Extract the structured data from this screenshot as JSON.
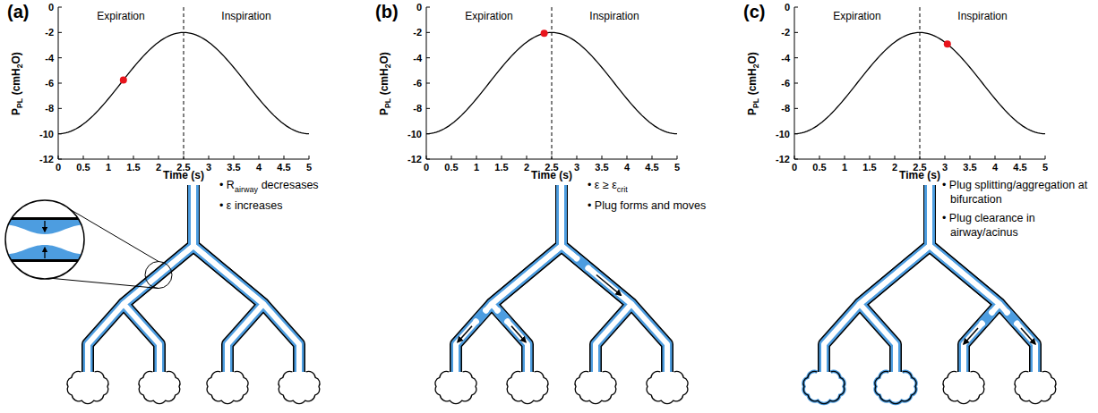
{
  "diagram": {
    "labels": [
      "(a)",
      "Expiration",
      "Inspiration",
      "0",
      "-2",
      "-4",
      "-6",
      "-8",
      "-10",
      "-12",
      "0",
      "0.5",
      "1",
      "1.5",
      "2",
      "2.5",
      "3",
      "3.5",
      "4",
      "4.5",
      "5",
      "Time (s)",
      "P",
      "PL",
      "(cmH",
      "2",
      "O)",
      "• R",
      "airway",
      "decresases",
      "• ε increases",
      "(b)",
      "Expiration",
      "Inspiration",
      "0",
      "-2",
      "-4",
      "-6",
      "-8",
      "-10",
      "-12",
      "0",
      "0.5",
      "1",
      "1.5",
      "2",
      "2.5",
      "3",
      "3.5",
      "4",
      "4.5",
      "5",
      "Time (s)",
      "P",
      "PL",
      "(cmH",
      "2",
      "O)",
      "• ε ≥ ε",
      "crit",
      "• Plug forms and moves",
      "(c)",
      "Expiration",
      "Inspiration",
      "0",
      "-2",
      "-4",
      "-6",
      "-8",
      "-10",
      "-12",
      "0",
      "0.5",
      "1",
      "1.5",
      "2",
      "2.5",
      "3",
      "3.5",
      "4",
      "4.5",
      "5",
      "Time (s)",
      "P",
      "PL",
      "(cmH",
      "2",
      "O)",
      "• Plug splitting/aggregation at bifurcation",
      "• Plug clearance in airway/acinus"
    ]
  }
}
